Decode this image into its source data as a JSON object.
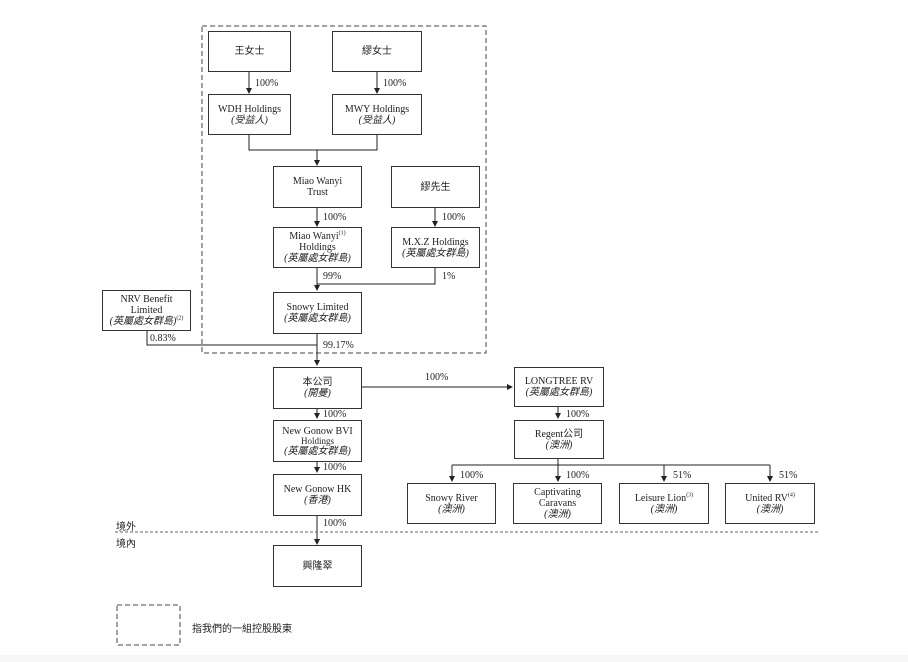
{
  "nodes": {
    "ms_wang": {
      "title": "王女士",
      "sub": ""
    },
    "ms_miao": {
      "title": "繆女士",
      "sub": ""
    },
    "wdh": {
      "title": "WDH Holdings",
      "sub": "(受益人)"
    },
    "mwy": {
      "title": "MWY Holdings",
      "sub": "(受益人)"
    },
    "trust": {
      "title": "Miao Wanyi",
      "title2": "Trust",
      "sub": ""
    },
    "mr_miao": {
      "title": "繆先生",
      "sub": ""
    },
    "mw_holdings": {
      "title": "Miao Wanyi",
      "sup": "(1)",
      "title2": "Holdings",
      "sub": "(英屬處女群島)"
    },
    "mxz": {
      "title": "M.X.Z Holdings",
      "sub": "(英屬處女群島)"
    },
    "nrv": {
      "title": "NRV Benefit",
      "title2": "Limited",
      "sub": "(英屬處女群島)",
      "sup": "(2)"
    },
    "snowy_ltd": {
      "title": "Snowy Limited",
      "sub": "(英屬處女群島)"
    },
    "company": {
      "title": "本公司",
      "sub": "(開曼)"
    },
    "longtree": {
      "title": "LONGTREE RV",
      "sub": "(英屬處女群島)"
    },
    "gonow_bvi": {
      "title": "New Gonow BVI",
      "title2": "Holdings",
      "sub": "(英屬處女群島)"
    },
    "regent": {
      "title": "Regent公司",
      "sub": "(澳洲)"
    },
    "gonow_hk": {
      "title": "New Gonow HK",
      "sub": "(香港)"
    },
    "snowy_river": {
      "title": "Snowy River",
      "sub": "(澳洲)"
    },
    "caravans": {
      "title": "Captivating",
      "title2": "Caravans",
      "sub": "(澳洲)"
    },
    "leisure": {
      "title": "Leisure Lion",
      "sup": "(3)",
      "sub": "(澳洲)"
    },
    "united": {
      "title": "United RV",
      "sup": "(4)",
      "sub": "(澳洲)"
    },
    "xinglongcui": {
      "title": "興隆翠",
      "sub": ""
    }
  },
  "percentages": {
    "wang_wdh": "100%",
    "miao_mwy": "100%",
    "trust_mwh": "100%",
    "mrmiao_mxz": "100%",
    "mwh_snowy": "99%",
    "mxz_snowy": "1%",
    "nrv_company": "0.83%",
    "snowy_company": "99.17%",
    "company_longtree": "100%",
    "company_bvi": "100%",
    "longtree_regent": "100%",
    "bvi_hk": "100%",
    "regent_snowy_river": "100%",
    "regent_caravans": "100%",
    "regent_leisure": "51%",
    "regent_united": "51%",
    "hk_xlc": "100%"
  },
  "boundary": {
    "offshore": "境外",
    "onshore": "境內"
  },
  "legend": {
    "text": "指我們的一組控股股東"
  }
}
